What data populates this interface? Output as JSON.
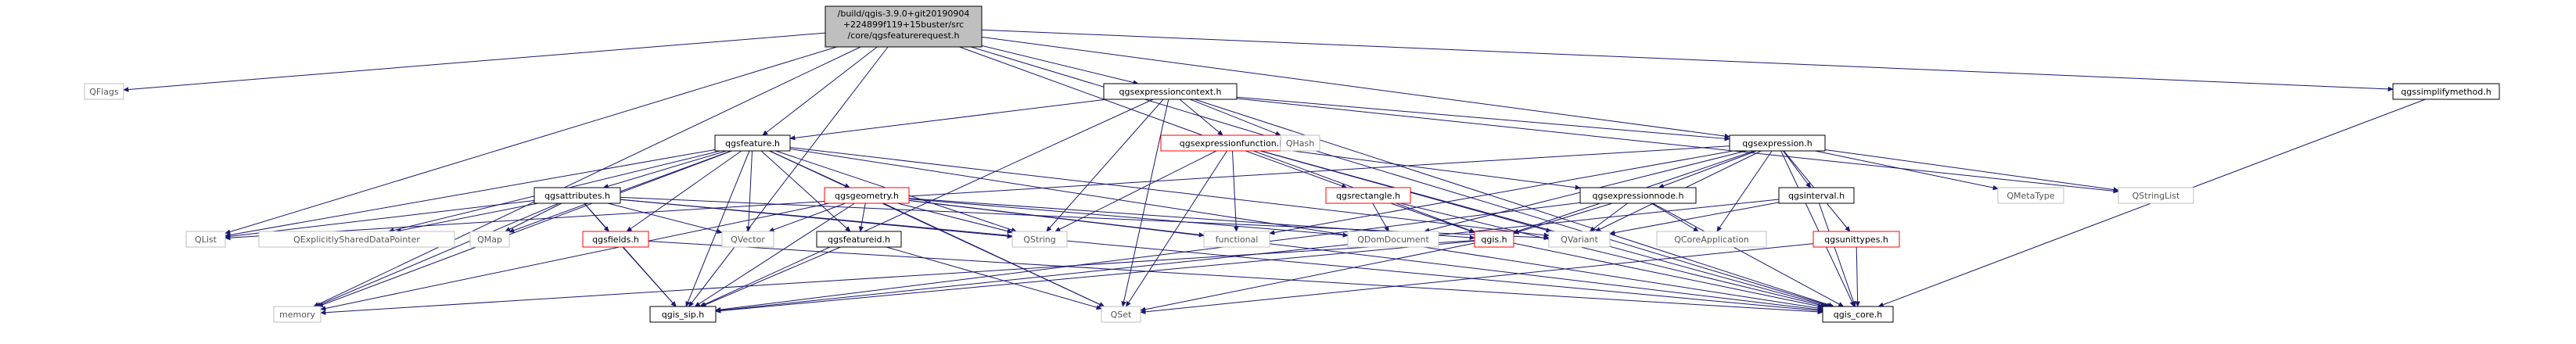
{
  "title_lines": [
    "/build/qgis-3.9.0+git20190904",
    "+224899f119+15buster/src",
    "/core/qgsfeaturerequest.h"
  ],
  "nodes": {
    "root": "/build/qgis-3.9.0+git20190904 +224899f119+15buster/src /core/qgsfeaturerequest.h",
    "QFlags": "QFlags",
    "qgsexpressioncontext": "qgsexpressioncontext.h",
    "qgssimplifymethod": "qgssimplifymethod.h",
    "qgsfeature": "qgsfeature.h",
    "qgsexpressionfunction": "qgsexpressionfunction.h",
    "QHash": "QHash",
    "qgsexpression": "qgsexpression.h",
    "qgsattributes": "qgsattributes.h",
    "qgsgeometry": "qgsgeometry.h",
    "qgsrectangle": "qgsrectangle.h",
    "qgsexpressionnode": "qgsexpressionnode.h",
    "qgsinterval": "qgsinterval.h",
    "QMetaType": "QMetaType",
    "QStringList": "QStringList",
    "QList": "QList",
    "QExplicitlySharedDataPointer": "QExplicitlySharedDataPointer",
    "QMap": "QMap",
    "QVector": "QVector",
    "QString": "QString",
    "functional": "functional",
    "QDomDocument": "QDomDocument",
    "qgis": "qgis.h",
    "QVariant": "QVariant",
    "QCoreApplication": "QCoreApplication",
    "qgsunittypes": "qgsunittypes.h",
    "qgsfields": "qgsfields.h",
    "qgsfeatureid": "qgsfeatureid.h",
    "memory": "memory",
    "qgis_sip": "qgis_sip.h",
    "QSet": "QSet",
    "qgis_core": "qgis_core.h"
  },
  "colors": {
    "edge": "#191970",
    "root_fill": "#bfbfbf",
    "box_border": "#000000",
    "red_border": "#ff0000",
    "grey_border": "#bfbfbf"
  }
}
